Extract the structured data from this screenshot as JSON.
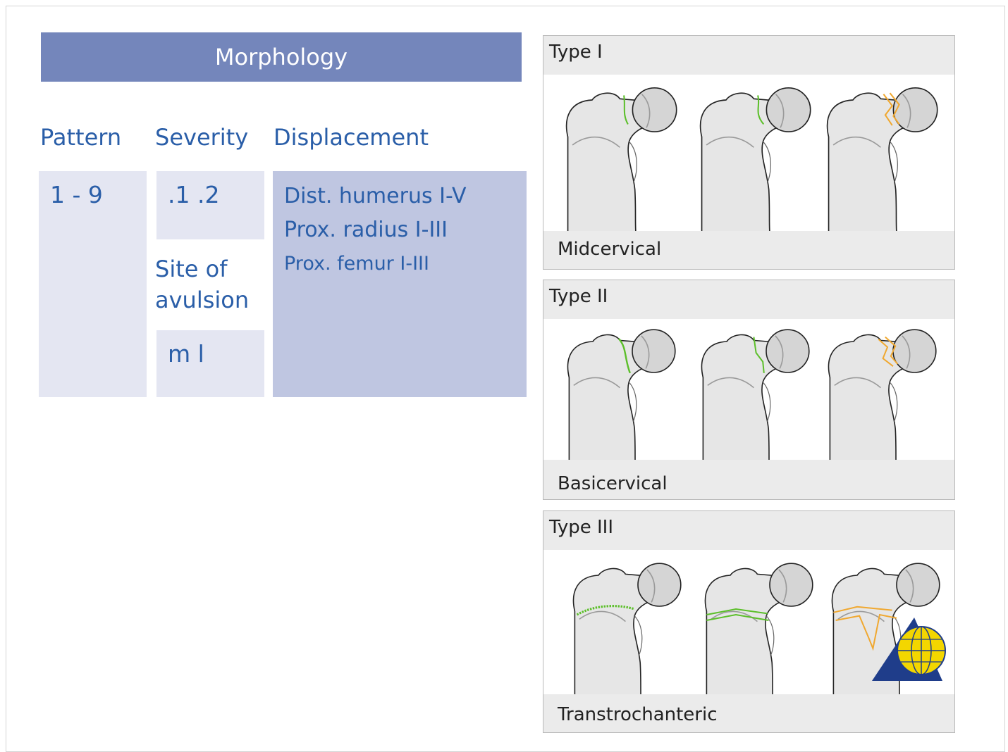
{
  "morphology": {
    "header": "Morphology",
    "columns": {
      "pattern": "Pattern",
      "severity": "Severity",
      "displacement": "Displacement"
    },
    "pattern_value": "1 - 9",
    "severity_value": ".1 .2",
    "site_of_avulsion_label": [
      "Site of",
      "avulsion"
    ],
    "site_value": "m l",
    "displacement_items": [
      "Dist. humerus I-V",
      "Prox. radius I-III",
      "Prox. femur I-III"
    ]
  },
  "panels": [
    {
      "title": "Type I",
      "label": "Midcervical"
    },
    {
      "title": "Type II",
      "label": "Basicervical"
    },
    {
      "title": "Type III",
      "label": "Transtrochanteric"
    }
  ],
  "colors": {
    "header_bg": "#7486bb",
    "text_blue": "#2a5ea8",
    "box_light": "#e4e6f2",
    "box_dark": "#bfc6e1",
    "bone_fill": "#e6e6e6",
    "fracture_green": "#5cbf2a",
    "fracture_orange": "#f0a830",
    "logo_blue": "#1f3d8a",
    "logo_yellow": "#f3d600"
  },
  "icons": [
    "femur-bone-icon",
    "ao-logo-icon"
  ]
}
